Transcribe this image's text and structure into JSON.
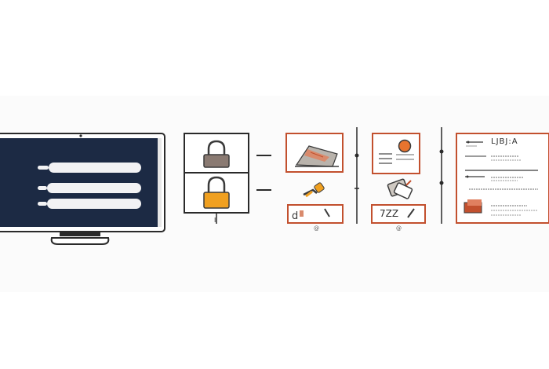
{
  "colors": {
    "background": "#ffffff",
    "screen_navy": "#1c2a44",
    "outline": "#2a2a2a",
    "accent_orange": "#f0a020",
    "accent_red": "#c2502e",
    "lock_gray": "#8a7a72"
  },
  "icons": {
    "monitor": "monitor-icon",
    "lock_closed": "lock-closed-icon",
    "lock_open": "lock-open-icon",
    "key": "key-icon",
    "house": "house-icon",
    "profile": "profile-icon",
    "card": "card-icon",
    "pen": "pen-icon"
  },
  "labels": {
    "document_header": "LJBJ:A",
    "step3_code": "7ZZ",
    "connector_mark": "I",
    "step2_marker": "@",
    "step3_marker": "@"
  }
}
